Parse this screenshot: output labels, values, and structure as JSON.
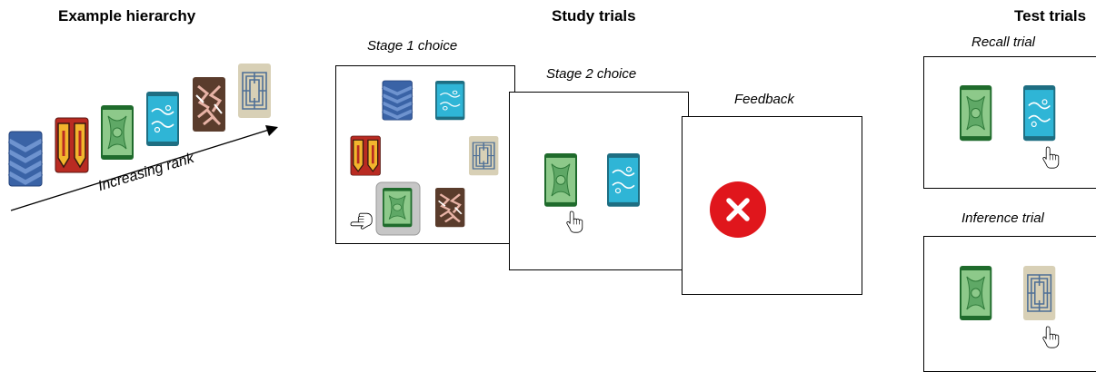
{
  "headings": {
    "example": "Example hierarchy",
    "study": "Study trials",
    "test": "Test trials"
  },
  "labels": {
    "stage1": "Stage 1 choice",
    "stage2": "Stage 2 choice",
    "feedback": "Feedback",
    "recall": "Recall trial",
    "inference": "Inference trial",
    "rank": "Increasing rank"
  },
  "icons": {
    "feedback": "x-mark-icon",
    "cursor": "pointing-hand-icon"
  },
  "colors": {
    "blue_chevron": "#3a63a6",
    "red_gold": "#b92b22",
    "green_tile": "#5fa866",
    "cyan_wave": "#2fb5d6",
    "brown_pink": "#6b4c3a",
    "beige_maze": "#d8d0b6",
    "error_red": "#e0161c"
  }
}
